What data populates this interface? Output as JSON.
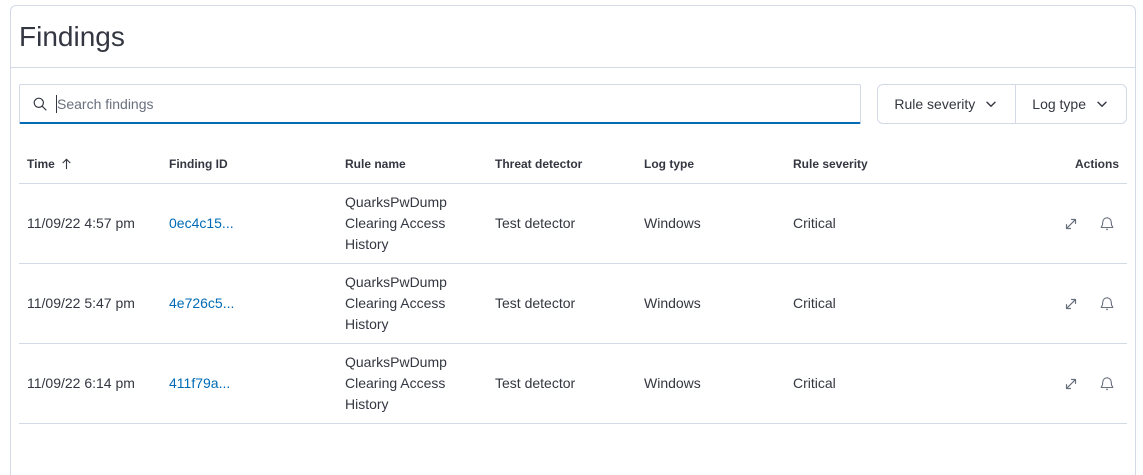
{
  "page": {
    "title": "Findings"
  },
  "search": {
    "placeholder": "Search findings",
    "value": ""
  },
  "filters": [
    {
      "label": "Rule severity"
    },
    {
      "label": "Log type"
    }
  ],
  "table": {
    "sort": {
      "column": "Time",
      "direction": "ascending"
    },
    "columns": [
      {
        "label": "Time"
      },
      {
        "label": "Finding ID"
      },
      {
        "label": "Rule name"
      },
      {
        "label": "Threat detector"
      },
      {
        "label": "Log type"
      },
      {
        "label": "Rule severity"
      },
      {
        "label": "Actions"
      }
    ],
    "rows": [
      {
        "time": "11/09/22 4:57 pm",
        "finding_id": "0ec4c15...",
        "rule_name": "QuarksPwDump Clearing Access History",
        "threat_detector": "Test detector",
        "log_type": "Windows",
        "rule_severity": "Critical"
      },
      {
        "time": "11/09/22 5:47 pm",
        "finding_id": "4e726c5...",
        "rule_name": "QuarksPwDump Clearing Access History",
        "threat_detector": "Test detector",
        "log_type": "Windows",
        "rule_severity": "Critical"
      },
      {
        "time": "11/09/22 6:14 pm",
        "finding_id": "411f79a...",
        "rule_name": "QuarksPwDump Clearing Access History",
        "threat_detector": "Test detector",
        "log_type": "Windows",
        "rule_severity": "Critical"
      }
    ],
    "row_action_icons": [
      "expand-icon",
      "bell-icon"
    ]
  },
  "icons": {
    "search": "magnifier",
    "chevron_down": "caret",
    "sort_ascending": "arrow-up",
    "expand": "diagonal-resize-arrows",
    "bell": "alert-bell"
  },
  "colors": {
    "link": "#006BB4",
    "focus_underline": "#006BB4",
    "border": "#D3DAE6",
    "text": "#343741",
    "muted_text": "#69707D",
    "icon_gray": "#69707D"
  }
}
